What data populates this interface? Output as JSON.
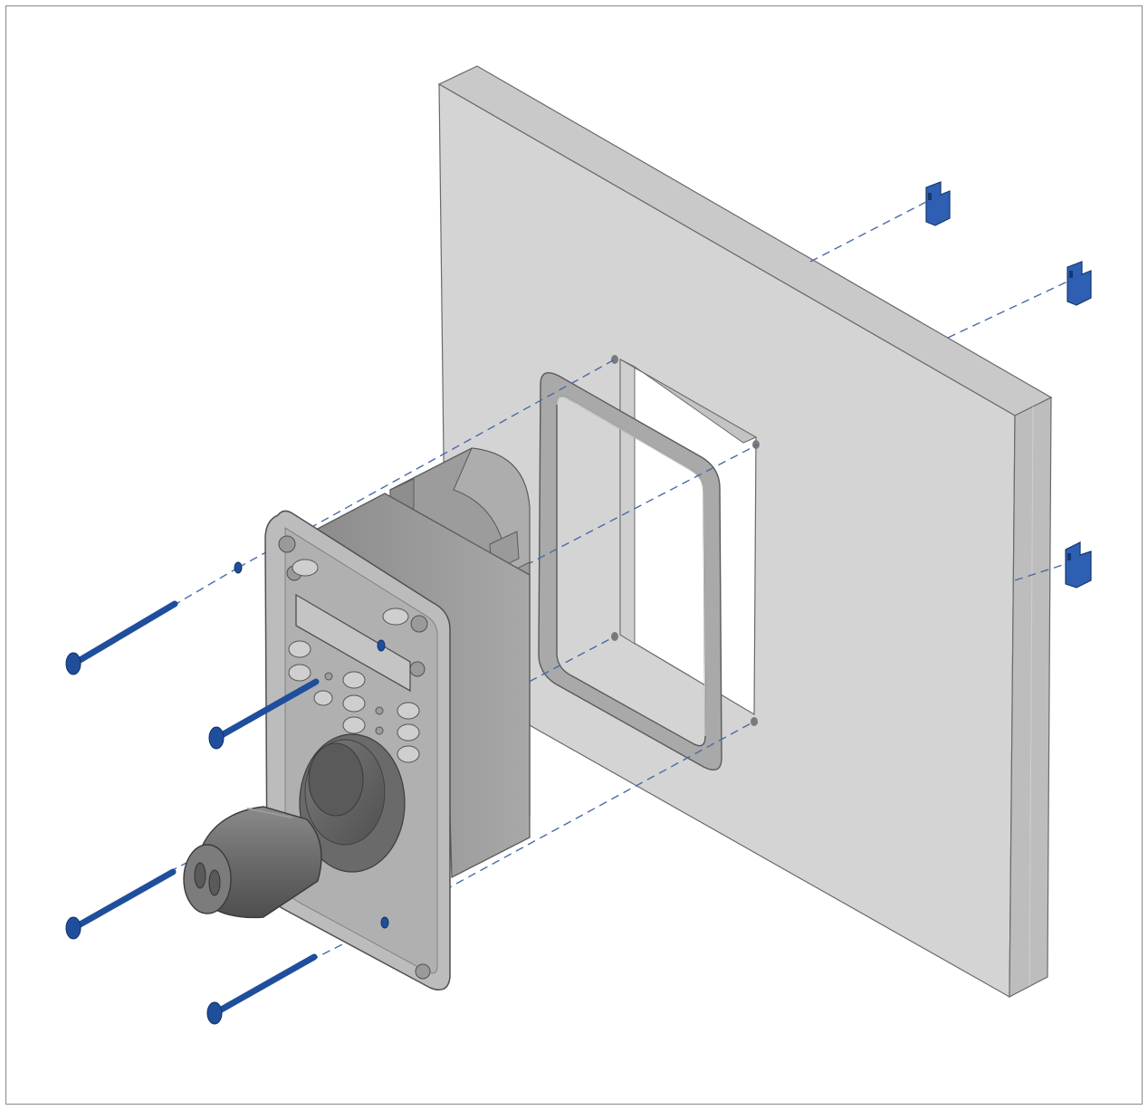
{
  "diagram": {
    "type": "exploded-assembly",
    "subject": "joystick-control-panel-mount",
    "colors": {
      "border": "#8a8a8a",
      "panel_face": "#d4d4d4",
      "panel_side": "#bdbdbd",
      "panel_edge": "#c7c7c7",
      "outline": "#5f5f5f",
      "controller_body": "#9a9a9a",
      "controller_face": "#b4b4b4",
      "controller_dark": "#6f6f6f",
      "gasket": "#a9a9a9",
      "fastener_blue": "#1f4e9c",
      "clip_blue": "#2f5fb3",
      "guide_line": "#4a6aa8"
    },
    "parts": {
      "mounting_panel": "panel",
      "panel_cutout": "rectangular-cutout",
      "gasket": "gasket-frame",
      "controller": "joystick-controller",
      "screws": 4,
      "washers": 2,
      "retaining_clips": 3
    }
  }
}
